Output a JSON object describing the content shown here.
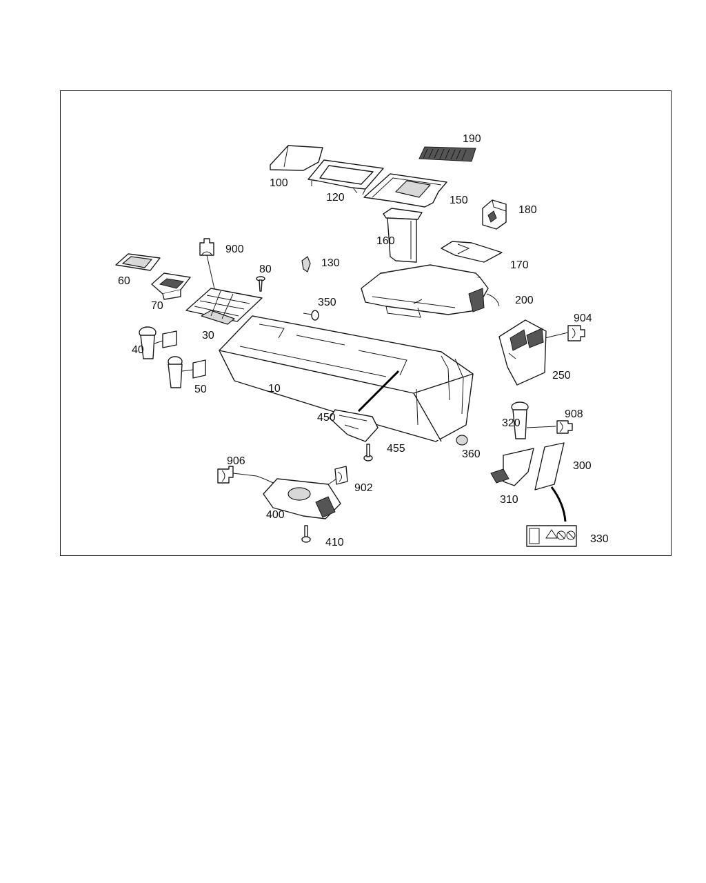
{
  "parts": [
    {
      "key": "p10",
      "label": "10"
    },
    {
      "key": "p30",
      "label": "30"
    },
    {
      "key": "p40",
      "label": "40"
    },
    {
      "key": "p50",
      "label": "50"
    },
    {
      "key": "p60",
      "label": "60"
    },
    {
      "key": "p70",
      "label": "70"
    },
    {
      "key": "p80",
      "label": "80"
    },
    {
      "key": "p100",
      "label": "100"
    },
    {
      "key": "p120",
      "label": "120"
    },
    {
      "key": "p130",
      "label": "130"
    },
    {
      "key": "p150",
      "label": "150"
    },
    {
      "key": "p160",
      "label": "160"
    },
    {
      "key": "p170",
      "label": "170"
    },
    {
      "key": "p180",
      "label": "180"
    },
    {
      "key": "p190",
      "label": "190"
    },
    {
      "key": "p200",
      "label": "200"
    },
    {
      "key": "p250",
      "label": "250"
    },
    {
      "key": "p300",
      "label": "300"
    },
    {
      "key": "p310",
      "label": "310"
    },
    {
      "key": "p320",
      "label": "320"
    },
    {
      "key": "p330",
      "label": "330"
    },
    {
      "key": "p350",
      "label": "350"
    },
    {
      "key": "p360",
      "label": "360"
    },
    {
      "key": "p400",
      "label": "400"
    },
    {
      "key": "p410",
      "label": "410"
    },
    {
      "key": "p450",
      "label": "450"
    },
    {
      "key": "p455",
      "label": "455"
    },
    {
      "key": "p900",
      "label": "900"
    },
    {
      "key": "p902",
      "label": "902"
    },
    {
      "key": "p904",
      "label": "904"
    },
    {
      "key": "p906",
      "label": "906"
    },
    {
      "key": "p908",
      "label": "908"
    }
  ]
}
